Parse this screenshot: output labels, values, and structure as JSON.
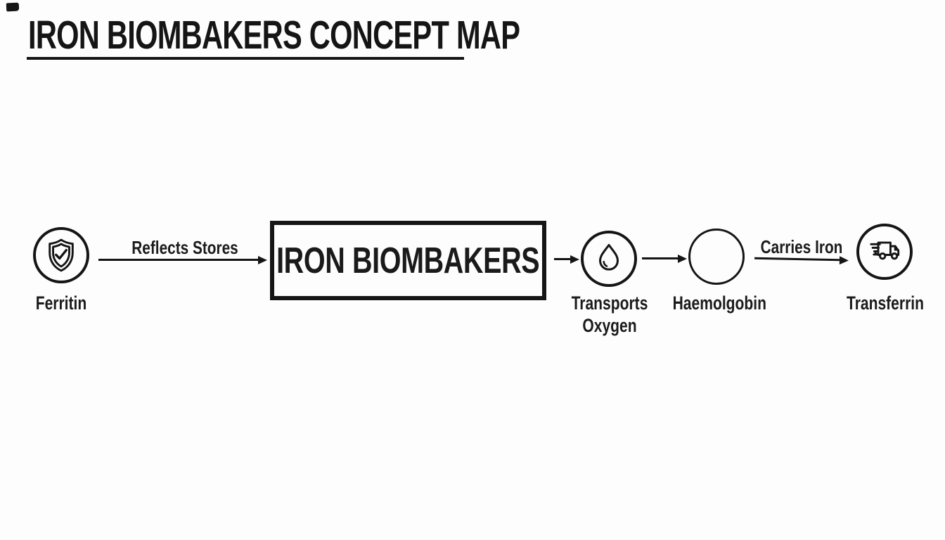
{
  "title": {
    "text": "IRON BIOMBAKERS CONCEPT MAP"
  },
  "colors": {
    "ink": "#171717",
    "background": "#fdfdfd"
  },
  "diagram": {
    "center_node": {
      "label": "IRON BIOMBAKERS"
    },
    "nodes": [
      {
        "id": "ferritin",
        "label": "Ferritin",
        "icon": "shield-check-icon"
      },
      {
        "id": "transports_oxygen",
        "label": "Transports Oxygen",
        "icon": "water-drop-icon"
      },
      {
        "id": "haemolgobin",
        "label": "Haemolgobin",
        "icon": "empty-circle"
      },
      {
        "id": "transferrin",
        "label": "Transferrin",
        "icon": "delivery-truck-icon"
      }
    ],
    "edges": [
      {
        "from": "Ferritin",
        "to": "IRON BIOMBAKERS",
        "label": "Reflects Stores"
      },
      {
        "from": "IRON BIOMBAKERS",
        "to": "Transports Oxygen",
        "label": ""
      },
      {
        "from": "Transports Oxygen",
        "to": "Haemolgobin",
        "label": ""
      },
      {
        "from": "Haemolgobin",
        "to": "Transferrin",
        "label": "Carries Iron"
      }
    ]
  }
}
